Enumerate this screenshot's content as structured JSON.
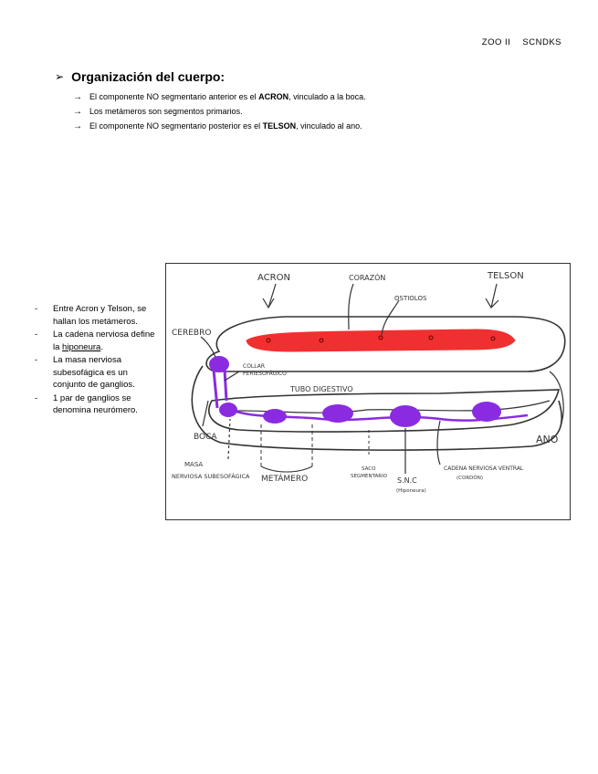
{
  "header": {
    "left": "ZOO II",
    "right": "SCNDKS"
  },
  "section": {
    "title": "Organización del cuerpo:",
    "points": [
      {
        "before": "El componente NO segmentario anterior es el ",
        "bold": "ACRON",
        "after": ", vinculado a la boca."
      },
      {
        "before": "Los metámeros son segmentos primarios.",
        "bold": "",
        "after": ""
      },
      {
        "before": "El componente NO segmentario posterior es el ",
        "bold": "TELSON",
        "after": ", vinculado al ano."
      }
    ]
  },
  "notes": {
    "items": [
      {
        "text": "Entre Acron y Telson, se hallan los metámeros."
      },
      {
        "before": "La cadena nerviosa define la ",
        "link": "hiponeura",
        "after": "."
      },
      {
        "text": "La masa nerviosa subesofágica es un conjunto de ganglios."
      },
      {
        "text": "1 par de ganglios se denomina neurómero."
      }
    ]
  },
  "diagram": {
    "labels": {
      "acron": "ACRON",
      "corazon": "CORAZÓN",
      "telson": "TELSON",
      "ostiolos": "OSTIOLOS",
      "cerebro": "CEREBRO",
      "collar_1": "COLLAR",
      "collar_2": "PERIESOFÁGICO",
      "tubo": "TUBO DIGESTIVO",
      "boca": "BOCA",
      "ano": "ANO",
      "masa_1": "MASA",
      "masa_2": "NERVIOSA SUBESOFÁGICA",
      "metamero": "METÁMERO",
      "saco_1": "SACO",
      "saco_2": "SEGMENTARIO",
      "snc_1": "S.N.C",
      "snc_2": "(Hiponeura)",
      "cadena_1": "CADENA NERVIOSA VENTRAL",
      "cadena_2": "(CORDÓN)"
    },
    "colors": {
      "heart": "#f03030",
      "nerve": "#8a2be2",
      "line": "#333333"
    }
  }
}
